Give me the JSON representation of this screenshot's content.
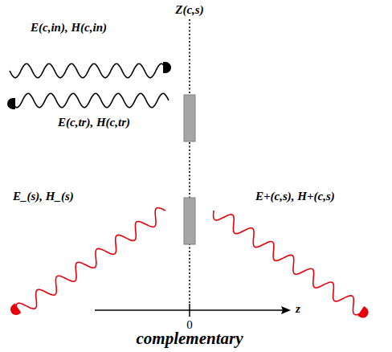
{
  "diagram": {
    "labels": [
      "Z(c,s)",
      "E(c,in), H(c,in)",
      "E(c,tr), H(c,tr)",
      "E_(s), H_(s)",
      "E+(c,s), H+(c,s)",
      "z",
      "0",
      "complementary"
    ]
  }
}
